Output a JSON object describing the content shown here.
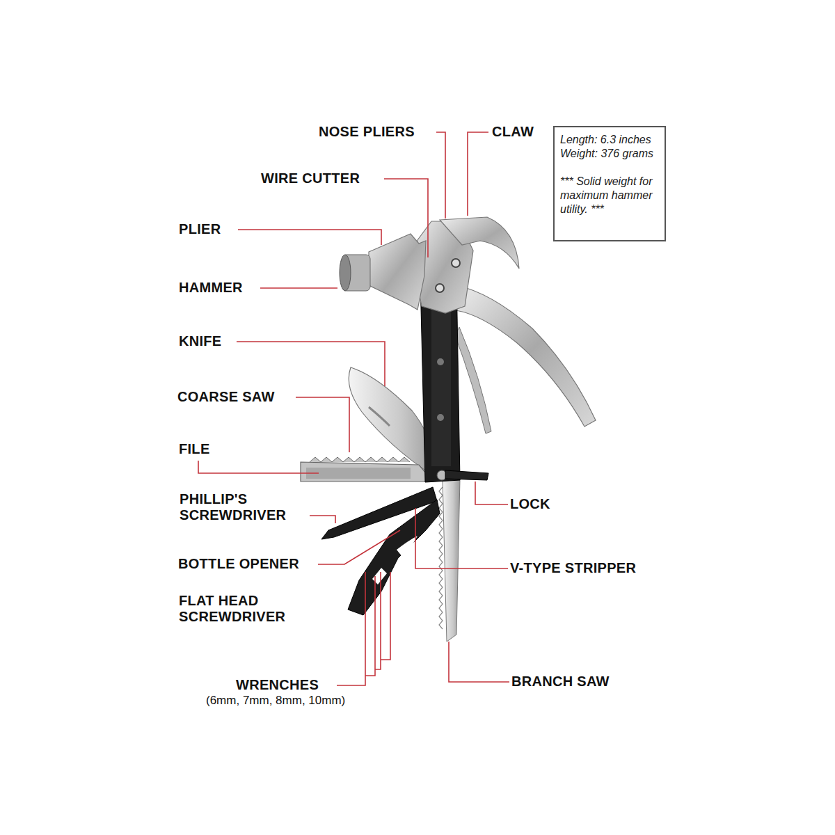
{
  "diagram": {
    "nodes": [
      {
        "text": [
          "Length: 6.3 inches",
          "Weight: 376 grams",
          "*** Solid weight for maximum hammer utility. ***"
        ]
      }
    ],
    "labels": [
      "NOSE PLIERS",
      "CLAW",
      "WIRE CUTTER",
      "PLIER",
      "HAMMER",
      "KNIFE",
      "COARSE SAW",
      "FILE",
      "PHILLIP'S SCREWDRIVER",
      "BOTTLE OPENER",
      "FLAT HEAD SCREWDRIVER",
      "WRENCHES",
      "(6mm, 7mm, 8mm, 10mm)",
      "LOCK",
      "V-TYPE STRIPPER",
      "BRANCH SAW"
    ]
  }
}
